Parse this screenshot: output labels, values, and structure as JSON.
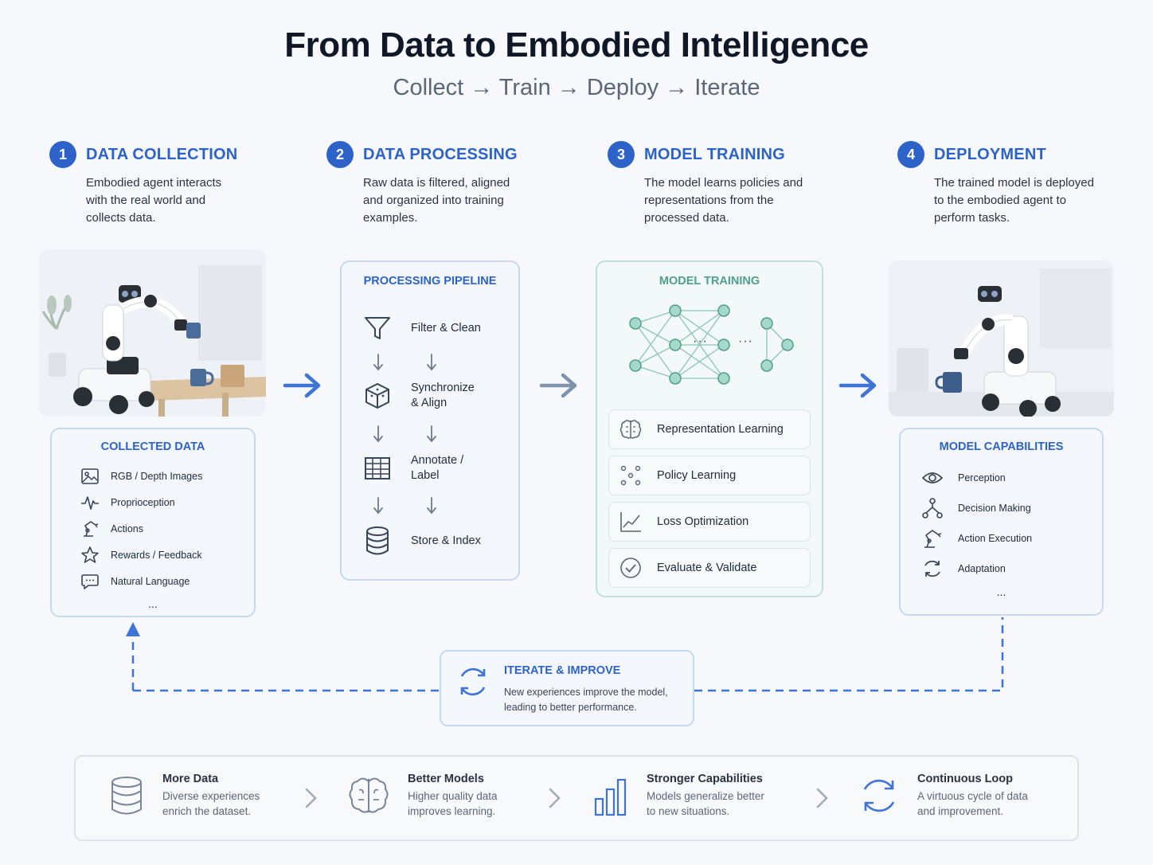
{
  "title": "From Data to Embodied Intelligence",
  "subtitle": "Collect → Train → Deploy → Iterate",
  "steps": [
    {
      "num": "1",
      "title": "DATA COLLECTION",
      "desc": "Embodied agent interacts with the real world and collects data."
    },
    {
      "num": "2",
      "title": "DATA PROCESSING",
      "desc": "Raw data is filtered, aligned and organized into training examples."
    },
    {
      "num": "3",
      "title": "MODEL TRAINING",
      "desc": "The model learns policies and representations from the processed data."
    },
    {
      "num": "4",
      "title": "DEPLOYMENT",
      "desc": "The trained model is deployed to the embodied agent to perform tasks."
    }
  ],
  "collected": {
    "title": "COLLECTED DATA",
    "items": [
      "RGB / Depth Images",
      "Proprioception",
      "Actions",
      "Rewards / Feedback",
      "Natural Language"
    ],
    "more": "..."
  },
  "pipeline": {
    "title": "PROCESSING PIPELINE",
    "items": [
      "Filter & Clean",
      "Synchronize\n& Align",
      "Annotate /\nLabel",
      "Store & Index"
    ]
  },
  "training": {
    "title": "MODEL TRAINING",
    "items": [
      "Representation Learning",
      "Policy Learning",
      "Loss Optimization",
      "Evaluate & Validate"
    ],
    "ellipsis": "···"
  },
  "capabilities": {
    "title": "MODEL CAPABILITIES",
    "items": [
      "Perception",
      "Decision Making",
      "Action Execution",
      "Adaptation"
    ],
    "more": "..."
  },
  "iterate": {
    "title": "ITERATE & IMPROVE",
    "desc": "New experiences improve the model,\nleading to better performance."
  },
  "bottom": [
    {
      "title": "More Data",
      "desc": "Diverse experiences\nenrich the dataset.",
      "icon": "database-icon"
    },
    {
      "title": "Better Models",
      "desc": "Higher quality data\nimproves learning.",
      "icon": "brain-icon"
    },
    {
      "title": "Stronger Capabilities",
      "desc": "Models generalize better\nto new situations.",
      "icon": "bar-chart-icon"
    },
    {
      "title": "Continuous Loop",
      "desc": "A virtuous cycle of data\nand improvement.",
      "icon": "cycle-icon"
    }
  ],
  "colors": {
    "accent": "#2d63c8",
    "teal": "#5aa89c",
    "border": "#c9d8ee"
  }
}
